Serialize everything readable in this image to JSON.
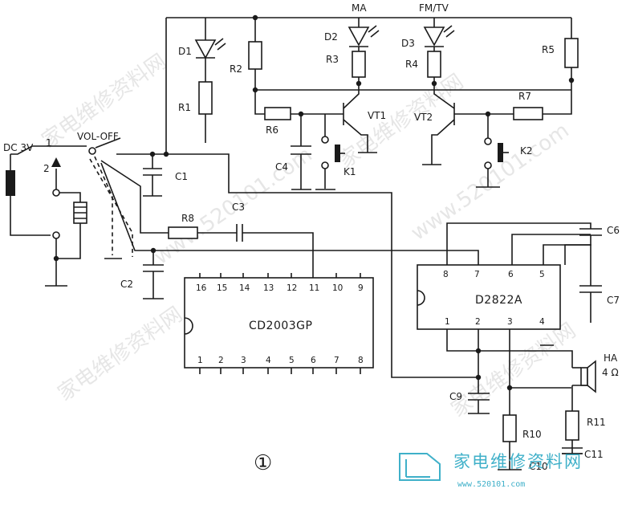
{
  "labels": {
    "dc": "DC 3V",
    "sw_pos1": "1",
    "sw_pos2": "2",
    "vol_off": "VOL-OFF",
    "d1": "D1",
    "d2": "D2",
    "d3": "D3",
    "ma": "MA",
    "fmtv": "FM/TV",
    "r1": "R1",
    "r2": "R2",
    "r3": "R3",
    "r4": "R4",
    "r5": "R5",
    "r6": "R6",
    "r7": "R7",
    "r8": "R8",
    "r10": "R10",
    "r11": "R11",
    "c1": "C1",
    "c2": "C2",
    "c3": "C3",
    "c4": "C4",
    "c6": "C6",
    "c7": "C7",
    "c9": "C9",
    "c10": "C10",
    "c11": "C11",
    "vt1": "VT1",
    "vt2": "VT2",
    "k1": "K1",
    "k2": "K2",
    "ha": "HA",
    "ha_ohm": "4 Ω"
  },
  "chips": {
    "cd2003": {
      "name": "CD2003GP",
      "top_pins": [
        "16",
        "15",
        "14",
        "13",
        "12",
        "11",
        "10",
        "9"
      ],
      "bottom_pins": [
        "1",
        "2",
        "3",
        "4",
        "5",
        "6",
        "7",
        "8"
      ]
    },
    "d2822": {
      "name": "D2822A",
      "top_pins": [
        "8",
        "7",
        "6",
        "5"
      ],
      "bottom_pins": [
        "1",
        "2",
        "3",
        "4"
      ]
    }
  },
  "figure_number": "①",
  "watermark": {
    "cn": "家电维修资料网",
    "url": "www.520101.com"
  },
  "logo": {
    "text": "家电维修资料网",
    "url": "www.520101.com"
  },
  "colors": {
    "line": "#1a1a1a",
    "logo": "#3fb0c9",
    "watermark": "#c8c8c8"
  }
}
